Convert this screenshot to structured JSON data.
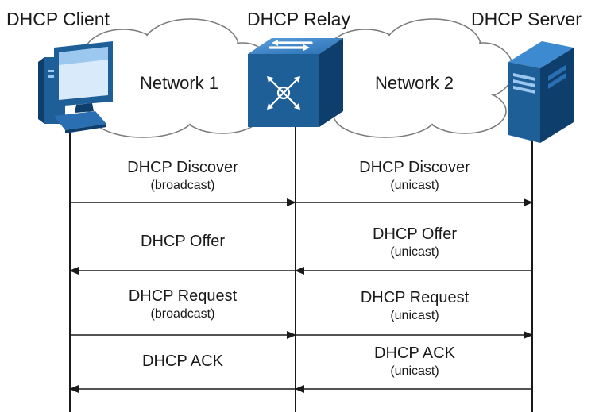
{
  "participants": {
    "client": "DHCP Client",
    "relay": "DHCP Relay",
    "server": "DHCP Server"
  },
  "networks": {
    "network1": "Network 1",
    "network2": "Network 2"
  },
  "messages": {
    "client_relay": [
      {
        "title": "DHCP Discover",
        "note": "(broadcast)",
        "direction": "to-relay"
      },
      {
        "title": "DHCP Offer",
        "note": "",
        "direction": "to-client"
      },
      {
        "title": "DHCP Request",
        "note": "(broadcast)",
        "direction": "to-relay"
      },
      {
        "title": "DHCP ACK",
        "note": "",
        "direction": "to-client"
      }
    ],
    "relay_server": [
      {
        "title": "DHCP Discover",
        "note": "(unicast)",
        "direction": "to-server"
      },
      {
        "title": "DHCP Offer",
        "note": "(unicast)",
        "direction": "to-relay"
      },
      {
        "title": "DHCP Request",
        "note": "(unicast)",
        "direction": "to-server"
      },
      {
        "title": "DHCP ACK",
        "note": "(unicast)",
        "direction": "to-relay"
      }
    ]
  },
  "colors": {
    "line": "#1a1a1a",
    "cloud_fill": "#ffffff",
    "cloud_stroke": "#7a7a7a",
    "device_blue": "#1f5f98",
    "device_dark": "#0d3e6c",
    "device_light": "#3d8ad1"
  },
  "icons": {
    "client": "desktop-computer-icon",
    "relay": "network-switch-icon",
    "server": "tower-server-icon"
  }
}
